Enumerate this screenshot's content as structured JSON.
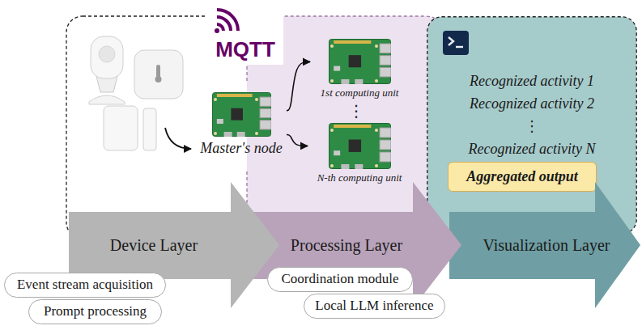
{
  "diagram": {
    "nodes": [
      {
        "text": [
          "Master's node"
        ]
      },
      {
        "text": [
          "1st computing unit"
        ]
      },
      {
        "text": [
          "N-th computing unit"
        ]
      },
      {
        "text": [
          "Recognized activity 1",
          "Recognized activity 2",
          "⋮",
          "Recognized activity N"
        ]
      },
      {
        "text": [
          "Aggregated output"
        ],
        "in": 3
      },
      {
        "text": [
          "Device Layer"
        ]
      },
      {
        "text": [
          "Processing Layer"
        ]
      },
      {
        "text": [
          "Visualization Layer"
        ]
      },
      {
        "text": [
          "Event stream acquisition"
        ]
      },
      {
        "text": [
          "Prompt processing"
        ]
      },
      {
        "text": [
          "Coordination module"
        ]
      },
      {
        "text": [
          "Local LLM inference"
        ]
      }
    ],
    "edges": [
      {
        "from": 0,
        "to": 1,
        "arrow": "to"
      },
      {
        "from": 0,
        "to": 2,
        "arrow": "to"
      }
    ],
    "labels": [
      "MQTT",
      "⋮"
    ]
  }
}
